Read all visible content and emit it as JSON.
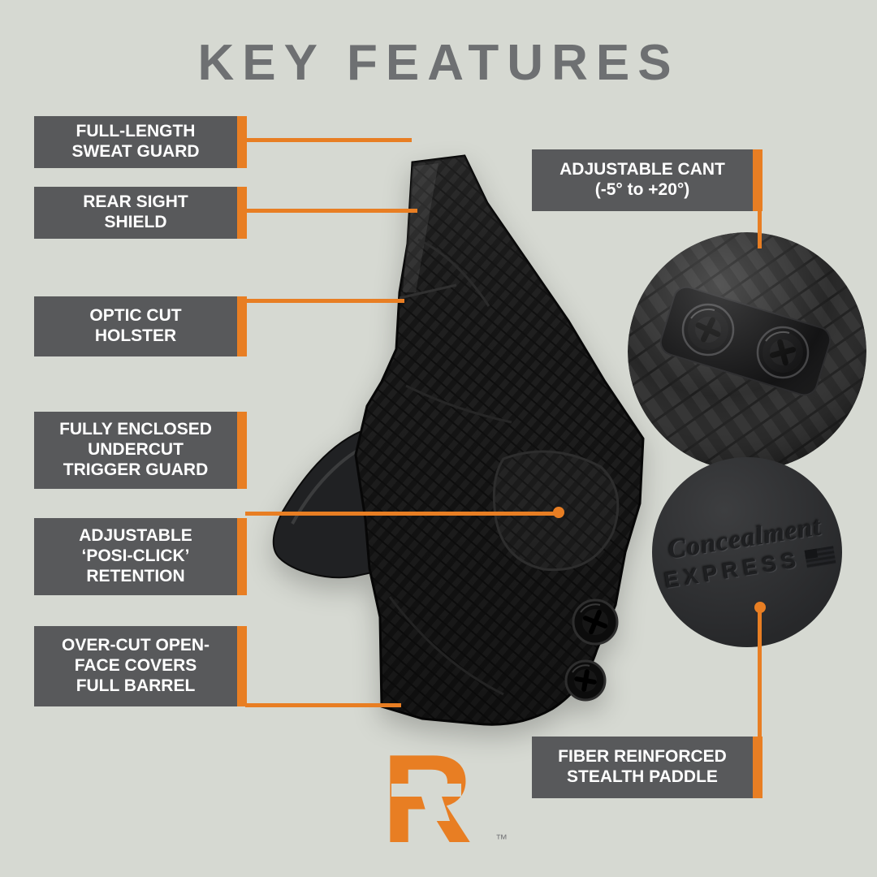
{
  "title": "KEY FEATURES",
  "colors": {
    "background": "#d6d9d2",
    "accent_orange": "#e87e23",
    "panel_gray": "#58595b",
    "title_gray": "#6e7072"
  },
  "callouts": {
    "left": [
      {
        "text": "FULL-LENGTH\nSWEAT GUARD"
      },
      {
        "text": "REAR SIGHT\nSHIELD"
      },
      {
        "text": "OPTIC CUT\nHOLSTER"
      },
      {
        "text": "FULLY ENCLOSED\nUNDERCUT\nTRIGGER GUARD"
      },
      {
        "text": "ADJUSTABLE\n‘POSI-CLICK’\nRETENTION"
      },
      {
        "text": "OVER-CUT OPEN-\nFACE COVERS\nFULL BARREL"
      }
    ],
    "right_top": {
      "text": "ADJUSTABLE CANT\n(-5° to +20°)"
    },
    "right_bottom": {
      "text": "FIBER REINFORCED\nSTEALTH PADDLE"
    }
  },
  "inset_stamp": {
    "script_line": "Concealment",
    "block_line": "EXPRESS"
  },
  "brand": {
    "letter": "R",
    "trademark": "™"
  }
}
